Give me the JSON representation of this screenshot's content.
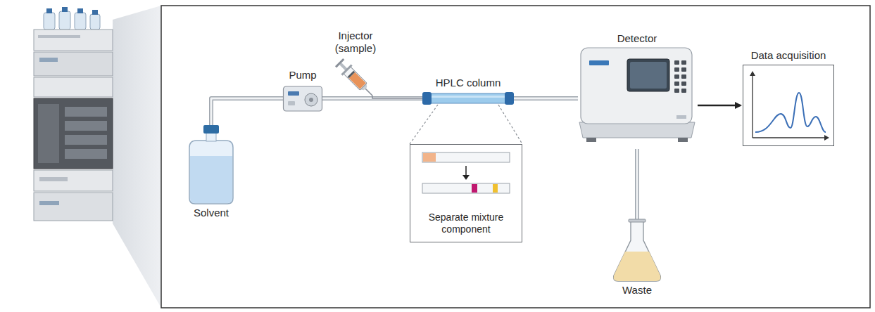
{
  "diagram": {
    "nodes": [
      {
        "text": [
          "Solvent"
        ]
      },
      {
        "text": [
          "Pump"
        ]
      },
      {
        "text": [
          "Injector (sample)"
        ]
      },
      {
        "text": [
          "HPLC column"
        ]
      },
      {
        "text": [
          "Separate mixture component"
        ]
      },
      {
        "text": [
          "Detector"
        ]
      },
      {
        "text": [
          "Waste"
        ]
      },
      {
        "text": [
          "Data acquisition"
        ]
      }
    ],
    "edges": [
      {
        "from": 0,
        "to": 1,
        "arrow": "none"
      },
      {
        "from": 1,
        "to": 3,
        "arrow": "none"
      },
      {
        "from": 2,
        "to": 3,
        "arrow": "none"
      },
      {
        "from": 3,
        "to": 4,
        "arrow": "none"
      },
      {
        "from": 3,
        "to": 5,
        "arrow": "none"
      },
      {
        "from": 5,
        "to": 6,
        "arrow": "none"
      },
      {
        "from": 5,
        "to": 7,
        "arrow": "to"
      }
    ]
  }
}
